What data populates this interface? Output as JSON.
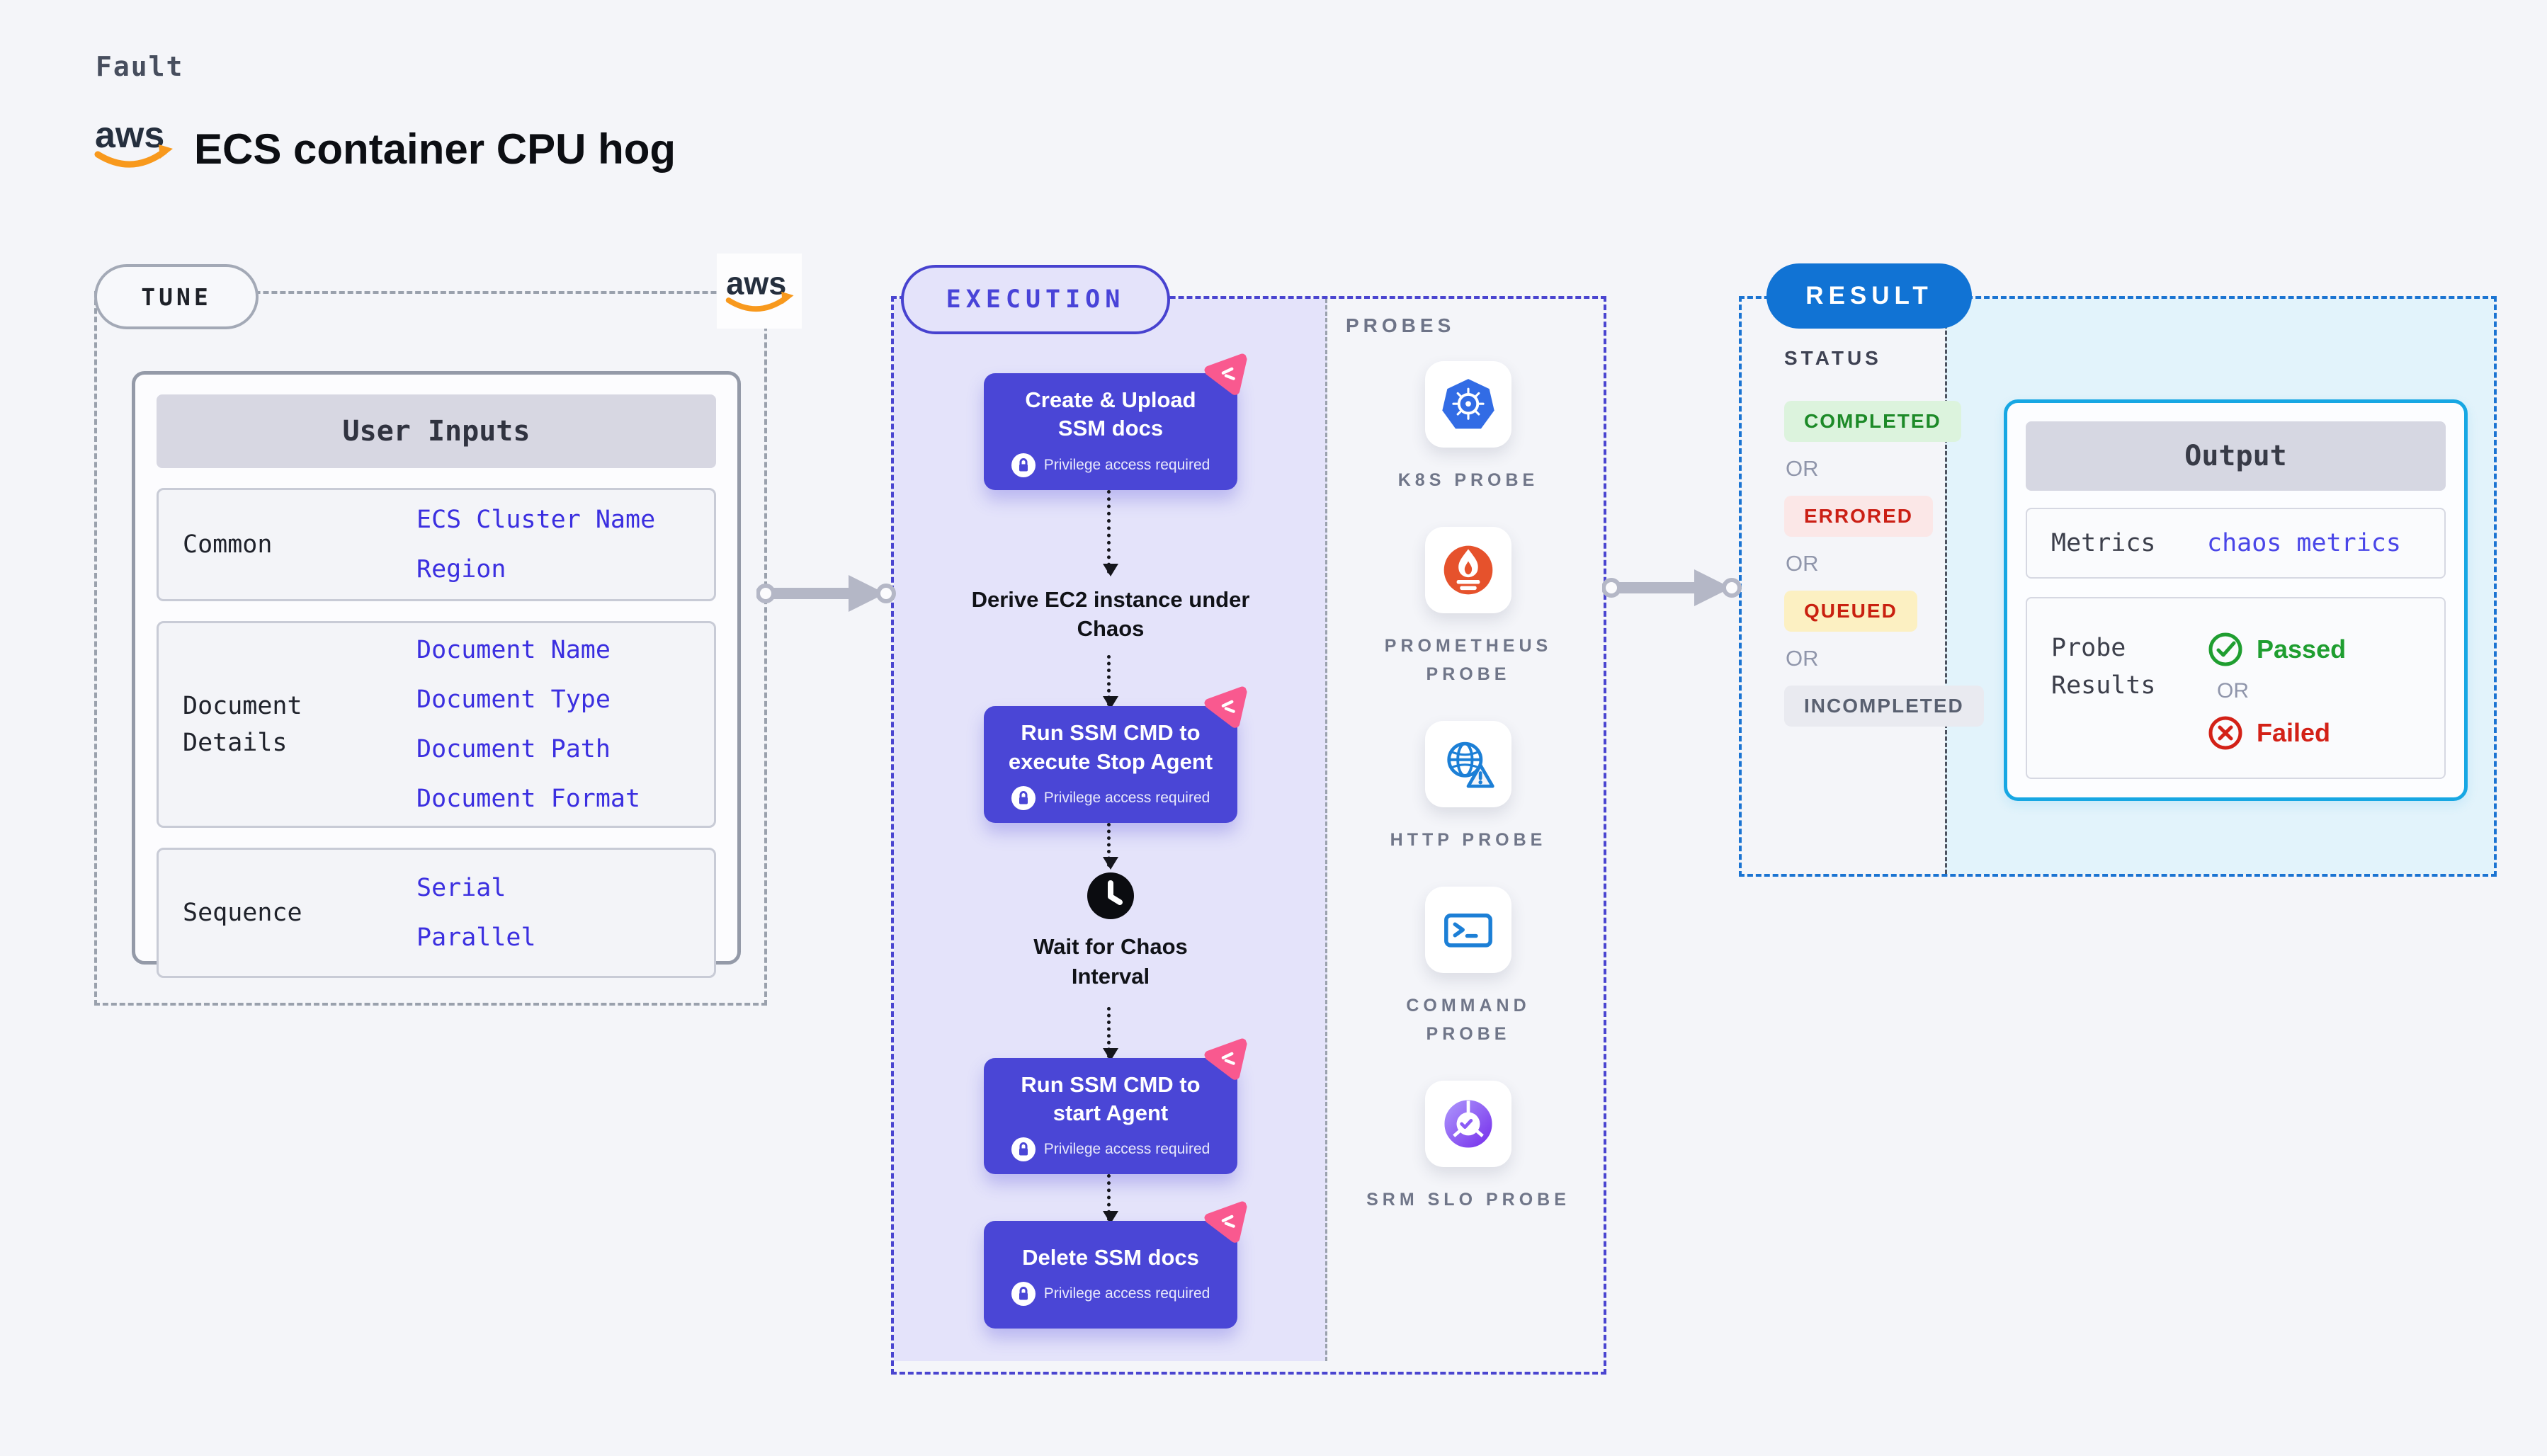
{
  "colors": {
    "page_bg": "#f4f5f9",
    "node_indigo": "#4a46d6",
    "lavender_panel": "#e4e3fa",
    "value_blue": "#3b2fe0",
    "result_blue": "#1173d4",
    "result_panel_blue": "#e2f3fb",
    "output_border_cyan": "#17a7e3",
    "chaos_badge_pink": "#f9598f",
    "passed_green": "#1f9e30",
    "failed_red": "#d32117",
    "queued_yellow_bg": "#fcf0c2",
    "completed_green_bg": "#dcf3dd",
    "errored_red_bg": "#fbe7e7",
    "aws_orange": "#f8991d",
    "aws_navy": "#252f3e"
  },
  "header": {
    "eyebrow": "Fault",
    "title": "ECS container CPU hog"
  },
  "tune": {
    "pill_label": "TUNE",
    "user_inputs": {
      "header": "User Inputs",
      "rows": [
        {
          "label": "Common",
          "values": [
            "ECS Cluster Name",
            "Region"
          ]
        },
        {
          "label": "Document Details",
          "values": [
            "Document Name",
            "Document Type",
            "Document Path",
            "Document Format"
          ]
        },
        {
          "label": "Sequence",
          "values": [
            "Serial",
            "Parallel"
          ]
        }
      ]
    }
  },
  "execution": {
    "pill_label": "EXECUTION",
    "privilege_note": "Privilege access required",
    "flow": [
      {
        "kind": "node",
        "title": "Create & Upload SSM docs"
      },
      {
        "kind": "text",
        "title": "Derive EC2 instance under Chaos"
      },
      {
        "kind": "node",
        "title": "Run SSM CMD to execute Stop Agent"
      },
      {
        "kind": "wait",
        "title": "Wait for Chaos Interval"
      },
      {
        "kind": "node",
        "title": "Run SSM CMD to start Agent"
      },
      {
        "kind": "node",
        "title": "Delete SSM docs"
      }
    ]
  },
  "probes": {
    "title": "PROBES",
    "items": [
      {
        "label": "K8S PROBE",
        "icon": "kubernetes-icon"
      },
      {
        "label": "PROMETHEUS PROBE",
        "icon": "prometheus-icon"
      },
      {
        "label": "HTTP PROBE",
        "icon": "http-globe-icon"
      },
      {
        "label": "COMMAND PROBE",
        "icon": "terminal-icon"
      },
      {
        "label": "SRM SLO PROBE",
        "icon": "slo-donut-icon"
      }
    ]
  },
  "result": {
    "pill_label": "RESULT",
    "status": {
      "title": "STATUS",
      "separator": "OR",
      "items": [
        "COMPLETED",
        "ERRORED",
        "QUEUED",
        "INCOMPLETED"
      ]
    },
    "output": {
      "header": "Output",
      "metrics_label": "Metrics",
      "metrics_value": "chaos metrics",
      "probe_results_label": "Probe Results",
      "passed": "Passed",
      "or": "OR",
      "failed": "Failed"
    }
  }
}
